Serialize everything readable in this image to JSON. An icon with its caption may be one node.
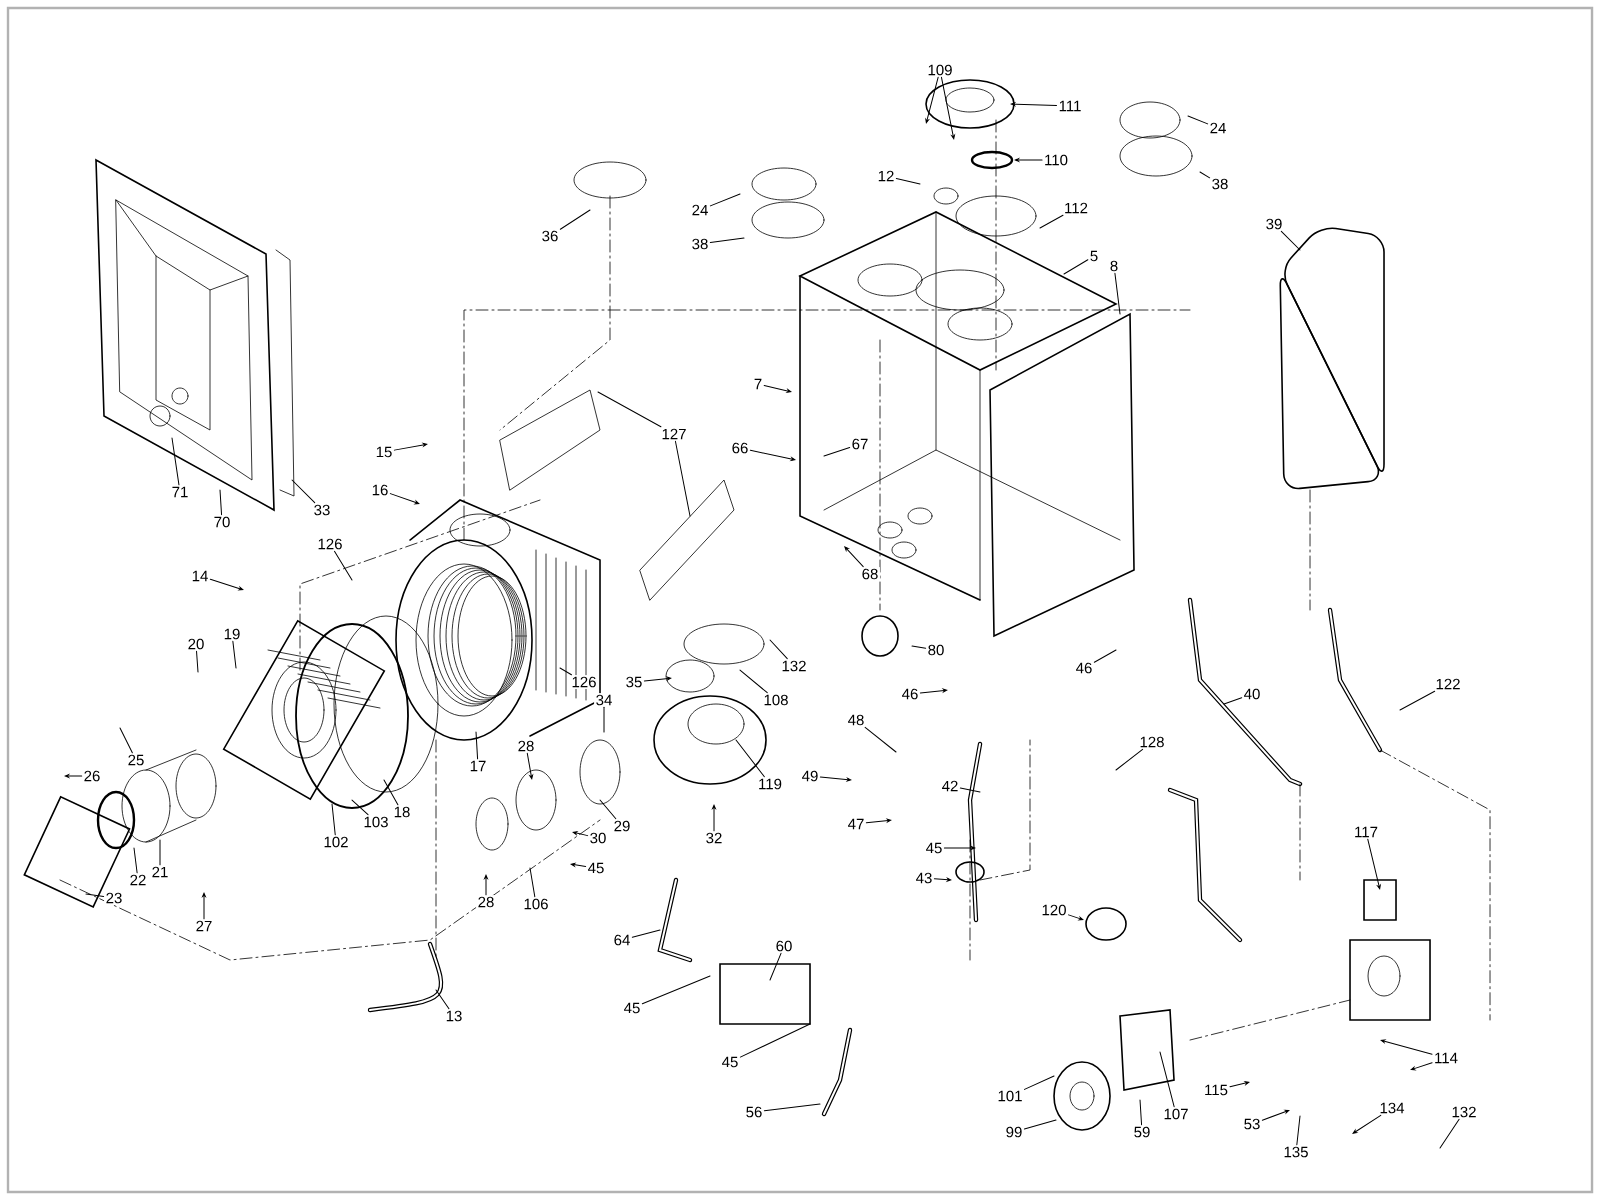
{
  "diagram": {
    "nodes": [
      {
        "text": [
          "109"
        ]
      },
      {
        "text": [
          "111"
        ]
      },
      {
        "text": [
          "110"
        ]
      },
      {
        "text": [
          "24"
        ]
      },
      {
        "text": [
          "38"
        ]
      },
      {
        "text": [
          "12"
        ]
      },
      {
        "text": [
          "112"
        ]
      },
      {
        "text": [
          "5"
        ]
      },
      {
        "text": [
          "8"
        ]
      },
      {
        "text": [
          "39"
        ]
      },
      {
        "text": [
          "36"
        ]
      },
      {
        "text": [
          "24"
        ]
      },
      {
        "text": [
          "38"
        ]
      },
      {
        "text": [
          "7"
        ]
      },
      {
        "text": [
          "66"
        ]
      },
      {
        "text": [
          "67"
        ]
      },
      {
        "text": [
          "127"
        ]
      },
      {
        "text": [
          "15"
        ]
      },
      {
        "text": [
          "16"
        ]
      },
      {
        "text": [
          "71"
        ]
      },
      {
        "text": [
          "70"
        ]
      },
      {
        "text": [
          "33"
        ]
      },
      {
        "text": [
          "126"
        ]
      },
      {
        "text": [
          "14"
        ]
      },
      {
        "text": [
          "20"
        ]
      },
      {
        "text": [
          "19"
        ]
      },
      {
        "text": [
          "25"
        ]
      },
      {
        "text": [
          "26"
        ]
      },
      {
        "text": [
          "23"
        ]
      },
      {
        "text": [
          "22"
        ]
      },
      {
        "text": [
          "21"
        ]
      },
      {
        "text": [
          "27"
        ]
      },
      {
        "text": [
          "102"
        ]
      },
      {
        "text": [
          "103"
        ]
      },
      {
        "text": [
          "18"
        ]
      },
      {
        "text": [
          "17"
        ]
      },
      {
        "text": [
          "126"
        ]
      },
      {
        "text": [
          "28"
        ]
      },
      {
        "text": [
          "28"
        ]
      },
      {
        "text": [
          "106"
        ]
      },
      {
        "text": [
          "34"
        ]
      },
      {
        "text": [
          "35"
        ]
      },
      {
        "text": [
          "29"
        ]
      },
      {
        "text": [
          "30"
        ]
      },
      {
        "text": [
          "45"
        ]
      },
      {
        "text": [
          "32"
        ]
      },
      {
        "text": [
          "119"
        ]
      },
      {
        "text": [
          "108"
        ]
      },
      {
        "text": [
          "132"
        ]
      },
      {
        "text": [
          "80"
        ]
      },
      {
        "text": [
          "46"
        ]
      },
      {
        "text": [
          "48"
        ]
      },
      {
        "text": [
          "49"
        ]
      },
      {
        "text": [
          "42"
        ]
      },
      {
        "text": [
          "47"
        ]
      },
      {
        "text": [
          "45"
        ]
      },
      {
        "text": [
          "43"
        ]
      },
      {
        "text": [
          "64"
        ]
      },
      {
        "text": [
          "60"
        ]
      },
      {
        "text": [
          "45"
        ]
      },
      {
        "text": [
          "45"
        ]
      },
      {
        "text": [
          "56"
        ]
      },
      {
        "text": [
          "13"
        ]
      },
      {
        "text": [
          "68"
        ]
      },
      {
        "text": [
          "46"
        ]
      },
      {
        "text": [
          "40"
        ]
      },
      {
        "text": [
          "122"
        ]
      },
      {
        "text": [
          "128"
        ]
      },
      {
        "text": [
          "117"
        ]
      },
      {
        "text": [
          "120"
        ]
      },
      {
        "text": [
          "114"
        ]
      },
      {
        "text": [
          "115"
        ]
      },
      {
        "text": [
          "53"
        ]
      },
      {
        "text": [
          "135"
        ]
      },
      {
        "text": [
          "134"
        ]
      },
      {
        "text": [
          "132"
        ]
      },
      {
        "text": [
          "101"
        ]
      },
      {
        "text": [
          "99"
        ]
      },
      {
        "text": [
          "59"
        ]
      },
      {
        "text": [
          "107"
        ]
      }
    ],
    "edges": [
      {
        "from": 0,
        "to": null,
        "arrow": "to"
      },
      {
        "from": 0,
        "to": null,
        "arrow": "to"
      },
      {
        "from": 1,
        "to": null,
        "arrow": "to"
      },
      {
        "from": 2,
        "to": null,
        "arrow": "to"
      },
      {
        "from": 3,
        "to": null,
        "arrow": "none"
      },
      {
        "from": 4,
        "to": null,
        "arrow": "none"
      },
      {
        "from": 5,
        "to": null,
        "arrow": "none"
      },
      {
        "from": 6,
        "to": null,
        "arrow": "none"
      },
      {
        "from": 7,
        "to": null,
        "arrow": "none"
      },
      {
        "from": 8,
        "to": null,
        "arrow": "none"
      },
      {
        "from": 9,
        "to": null,
        "arrow": "none"
      },
      {
        "from": 10,
        "to": null,
        "arrow": "none"
      },
      {
        "from": 11,
        "to": null,
        "arrow": "none"
      },
      {
        "from": 12,
        "to": null,
        "arrow": "none"
      },
      {
        "from": 13,
        "to": null,
        "arrow": "to"
      },
      {
        "from": 14,
        "to": null,
        "arrow": "to"
      },
      {
        "from": 15,
        "to": null,
        "arrow": "none"
      },
      {
        "from": 16,
        "to": null,
        "arrow": "none"
      },
      {
        "from": 16,
        "to": null,
        "arrow": "none"
      },
      {
        "from": 17,
        "to": null,
        "arrow": "to"
      },
      {
        "from": 18,
        "to": null,
        "arrow": "to"
      },
      {
        "from": 19,
        "to": null,
        "arrow": "none"
      },
      {
        "from": 20,
        "to": null,
        "arrow": "none"
      },
      {
        "from": 21,
        "to": null,
        "arrow": "none"
      },
      {
        "from": 22,
        "to": null,
        "arrow": "none"
      },
      {
        "from": 23,
        "to": null,
        "arrow": "to"
      },
      {
        "from": 24,
        "to": null,
        "arrow": "none"
      },
      {
        "from": 25,
        "to": null,
        "arrow": "none"
      },
      {
        "from": 26,
        "to": null,
        "arrow": "none"
      },
      {
        "from": 27,
        "to": null,
        "arrow": "to"
      },
      {
        "from": 28,
        "to": null,
        "arrow": "none"
      },
      {
        "from": 29,
        "to": null,
        "arrow": "none"
      },
      {
        "from": 30,
        "to": null,
        "arrow": "none"
      },
      {
        "from": 31,
        "to": null,
        "arrow": "to"
      },
      {
        "from": 32,
        "to": null,
        "arrow": "none"
      },
      {
        "from": 33,
        "to": null,
        "arrow": "none"
      },
      {
        "from": 34,
        "to": null,
        "arrow": "none"
      },
      {
        "from": 35,
        "to": null,
        "arrow": "none"
      },
      {
        "from": 36,
        "to": null,
        "arrow": "none"
      },
      {
        "from": 37,
        "to": null,
        "arrow": "to"
      },
      {
        "from": 38,
        "to": null,
        "arrow": "to"
      },
      {
        "from": 39,
        "to": null,
        "arrow": "none"
      },
      {
        "from": 40,
        "to": null,
        "arrow": "none"
      },
      {
        "from": 41,
        "to": null,
        "arrow": "to"
      },
      {
        "from": 42,
        "to": null,
        "arrow": "none"
      },
      {
        "from": 43,
        "to": null,
        "arrow": "to"
      },
      {
        "from": 44,
        "to": null,
        "arrow": "to"
      },
      {
        "from": 45,
        "to": null,
        "arrow": "to"
      },
      {
        "from": 46,
        "to": null,
        "arrow": "none"
      },
      {
        "from": 47,
        "to": null,
        "arrow": "none"
      },
      {
        "from": 48,
        "to": null,
        "arrow": "none"
      },
      {
        "from": 49,
        "to": null,
        "arrow": "none"
      },
      {
        "from": 50,
        "to": null,
        "arrow": "to"
      },
      {
        "from": 51,
        "to": null,
        "arrow": "none"
      },
      {
        "from": 52,
        "to": null,
        "arrow": "to"
      },
      {
        "from": 53,
        "to": null,
        "arrow": "none"
      },
      {
        "from": 54,
        "to": null,
        "arrow": "to"
      },
      {
        "from": 55,
        "to": null,
        "arrow": "to"
      },
      {
        "from": 56,
        "to": null,
        "arrow": "to"
      },
      {
        "from": 57,
        "to": null,
        "arrow": "none"
      },
      {
        "from": 58,
        "to": null,
        "arrow": "none"
      },
      {
        "from": 59,
        "to": null,
        "arrow": "none"
      },
      {
        "from": 60,
        "to": null,
        "arrow": "none"
      },
      {
        "from": 61,
        "to": null,
        "arrow": "none"
      },
      {
        "from": 62,
        "to": null,
        "arrow": "none"
      },
      {
        "from": 63,
        "to": null,
        "arrow": "to"
      },
      {
        "from": 64,
        "to": null,
        "arrow": "none"
      },
      {
        "from": 65,
        "to": null,
        "arrow": "none"
      },
      {
        "from": 66,
        "to": null,
        "arrow": "none"
      },
      {
        "from": 67,
        "to": null,
        "arrow": "none"
      },
      {
        "from": 68,
        "to": null,
        "arrow": "to"
      },
      {
        "from": 69,
        "to": null,
        "arrow": "to"
      },
      {
        "from": 70,
        "to": null,
        "arrow": "to"
      },
      {
        "from": 70,
        "to": null,
        "arrow": "to"
      },
      {
        "from": 71,
        "to": null,
        "arrow": "to"
      },
      {
        "from": 72,
        "to": null,
        "arrow": "to"
      },
      {
        "from": 73,
        "to": null,
        "arrow": "none"
      },
      {
        "from": 74,
        "to": null,
        "arrow": "to"
      },
      {
        "from": 75,
        "to": null,
        "arrow": "none"
      },
      {
        "from": 76,
        "to": null,
        "arrow": "none"
      },
      {
        "from": 77,
        "to": null,
        "arrow": "none"
      },
      {
        "from": 78,
        "to": null,
        "arrow": "none"
      },
      {
        "from": 79,
        "to": null,
        "arrow": "none"
      }
    ]
  }
}
